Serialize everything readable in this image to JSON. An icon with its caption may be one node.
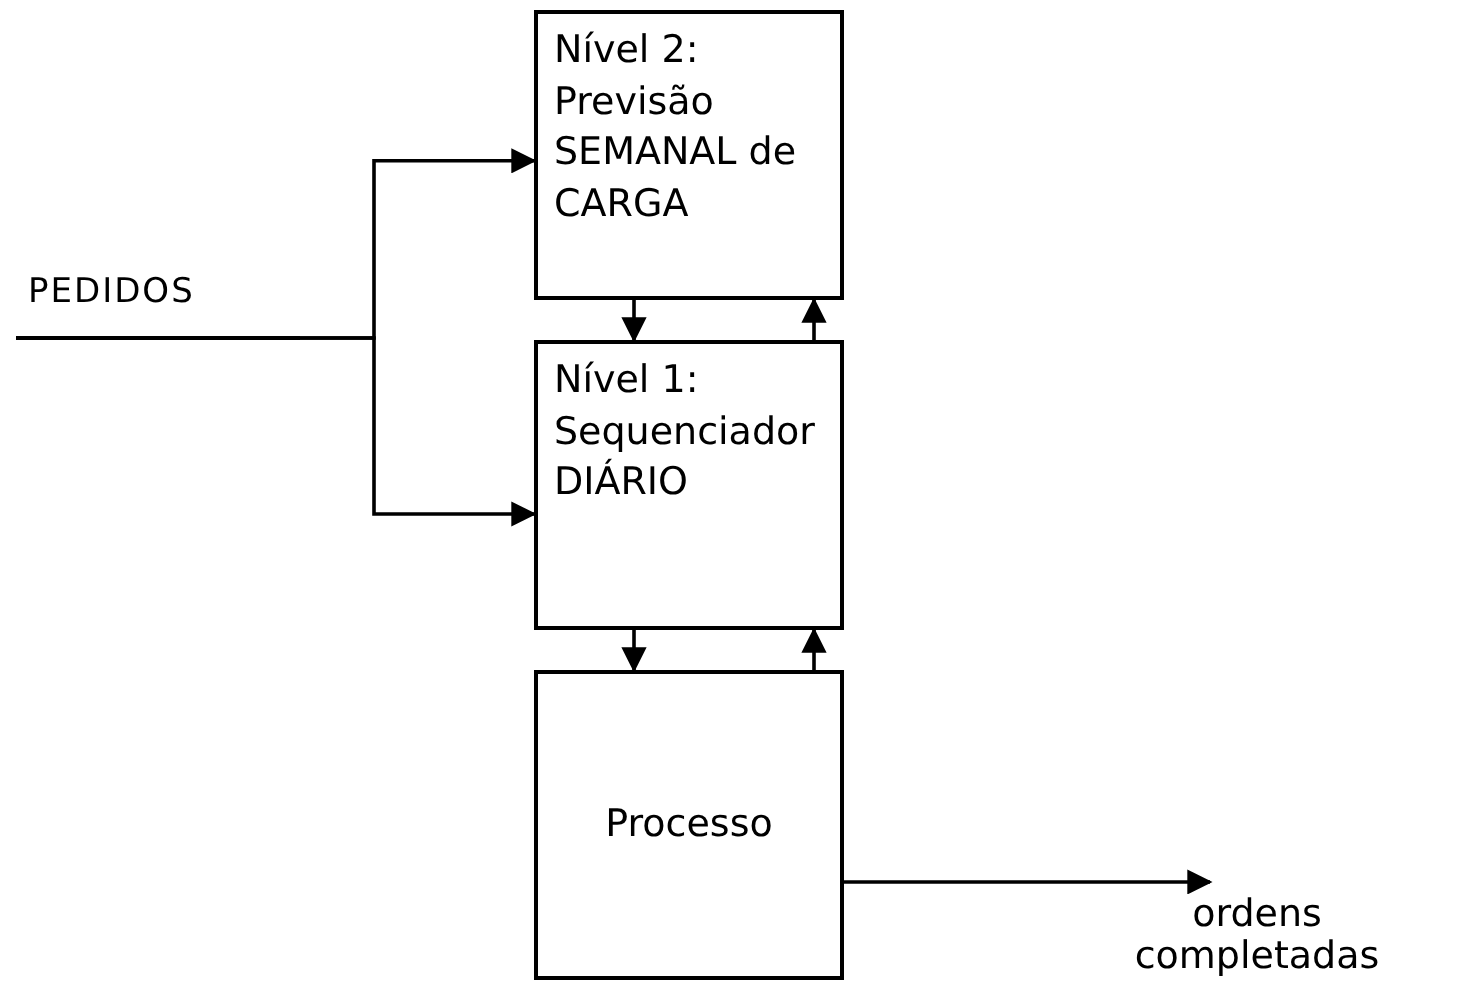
{
  "diagram": {
    "nodes": [
      {
        "text": [
          "PEDIDOS"
        ]
      },
      {
        "text": [
          "Nível 2:",
          "Previsão SEMANAL de CARGA"
        ]
      },
      {
        "text": [
          "Nível 1:",
          "Sequenciador DIÁRIO"
        ]
      },
      {
        "text": [
          "Processo"
        ]
      }
    ],
    "edges": [
      {
        "from": 0,
        "to": 1,
        "arrow": "to"
      },
      {
        "from": 0,
        "to": 2,
        "arrow": "to"
      },
      {
        "from": 1,
        "to": 2,
        "arrow": "to"
      },
      {
        "from": 2,
        "to": 1,
        "arrow": "to"
      },
      {
        "from": 2,
        "to": 3,
        "arrow": "to"
      },
      {
        "from": 3,
        "to": 2,
        "arrow": "to"
      },
      {
        "from": 3,
        "to": null,
        "arrow": "to",
        "label": "ordens completadas"
      }
    ]
  }
}
